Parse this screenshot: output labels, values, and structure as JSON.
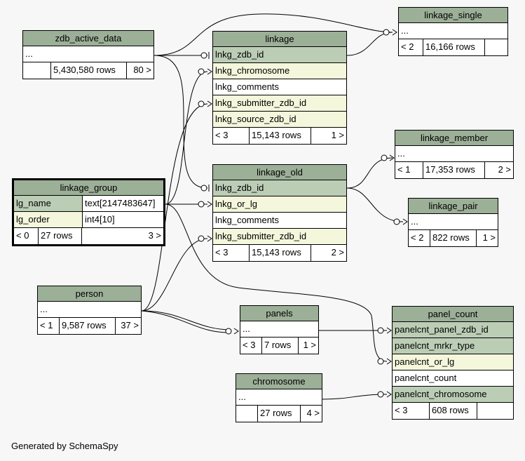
{
  "footer": "Generated by SchemaSpy",
  "colors": {
    "header": "#9caf97",
    "primary_key": "#bccdb6",
    "foreign_key": "#f4f7dc",
    "background": "#f7f7f7"
  },
  "tables": {
    "zdb_active_data": {
      "name": "zdb_active_data",
      "columns": [
        "..."
      ],
      "parents": "",
      "rows": "5,430,580 rows",
      "children": "80 >"
    },
    "linkage": {
      "name": "linkage",
      "columns": [
        "lnkg_zdb_id",
        "lnkg_chromosome",
        "lnkg_comments",
        "lnkg_submitter_zdb_id",
        "lnkg_source_zdb_id"
      ],
      "parents": "< 3",
      "rows": "15,143 rows",
      "children": "1 >"
    },
    "linkage_single": {
      "name": "linkage_single",
      "columns": [
        "..."
      ],
      "parents": "< 2",
      "rows": "16,166 rows",
      "children": ""
    },
    "linkage_member": {
      "name": "linkage_member",
      "columns": [
        "..."
      ],
      "parents": "< 1",
      "rows": "17,353 rows",
      "children": "2 >"
    },
    "linkage_group": {
      "name": "linkage_group",
      "col1_name": "lg_name",
      "col1_type": "text[2147483647]",
      "col2_name": "lg_order",
      "col2_type": "int4[10]",
      "parents": "< 0",
      "rows": "27 rows",
      "children": "3 >"
    },
    "linkage_old": {
      "name": "linkage_old",
      "columns": [
        "lnkg_zdb_id",
        "lnkg_or_lg",
        "lnkg_comments",
        "lnkg_submitter_zdb_id"
      ],
      "parents": "< 3",
      "rows": "15,143 rows",
      "children": "2 >"
    },
    "linkage_pair": {
      "name": "linkage_pair",
      "columns": [
        "..."
      ],
      "parents": "< 2",
      "rows": "822 rows",
      "children": "1 >"
    },
    "person": {
      "name": "person",
      "columns": [
        "..."
      ],
      "parents": "< 1",
      "rows": "9,587 rows",
      "children": "37 >"
    },
    "panels": {
      "name": "panels",
      "columns": [
        "..."
      ],
      "parents": "< 3",
      "rows": "7 rows",
      "children": "1 >"
    },
    "panel_count": {
      "name": "panel_count",
      "columns": [
        "panelcnt_panel_zdb_id",
        "panelcnt_mrkr_type",
        "panelcnt_or_lg",
        "panelcnt_count",
        "panelcnt_chromosome"
      ],
      "parents": "< 3",
      "rows": "608 rows",
      "children": ""
    },
    "chromosome": {
      "name": "chromosome",
      "columns": [
        "..."
      ],
      "parents": "",
      "rows": "27 rows",
      "children": "4 >"
    }
  }
}
